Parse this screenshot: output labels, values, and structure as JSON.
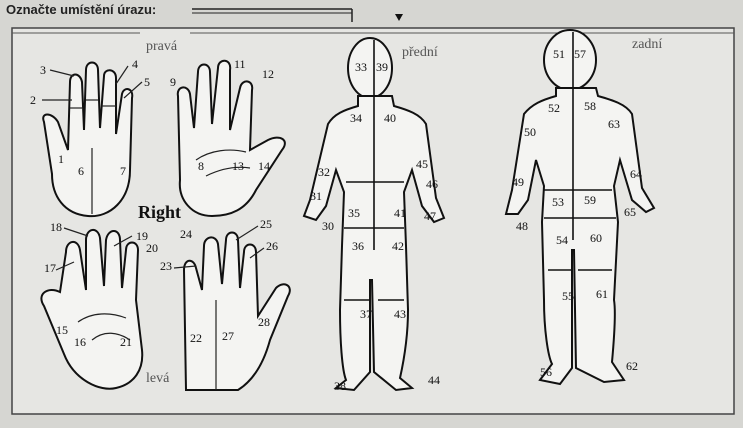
{
  "header": {
    "label": "Označte umístění úrazu:"
  },
  "section_labels": {
    "right_side": "pravá",
    "left_side": "levá",
    "front": "přední",
    "back": "zadní",
    "center": "Right"
  },
  "regions": {
    "r1": "1",
    "r2": "2",
    "r3": "3",
    "r4": "4",
    "r5": "5",
    "r6": "6",
    "r7": "7",
    "r8": "8",
    "r9": "9",
    "r11": "11",
    "r12": "12",
    "r13": "13",
    "r14": "14",
    "r15": "15",
    "r16": "16",
    "r17": "17",
    "r18": "18",
    "r19": "19",
    "r20": "20",
    "r21": "21",
    "r22": "22",
    "r23": "23",
    "r24": "24",
    "r25": "25",
    "r26": "26",
    "r27": "27",
    "r28": "28",
    "r30": "30",
    "r31": "31",
    "r32": "32",
    "r33": "33",
    "r34": "34",
    "r35": "35",
    "r36": "36",
    "r37": "37",
    "r38": "38",
    "r39": "39",
    "r40": "40",
    "r41": "41",
    "r42": "42",
    "r43": "43",
    "r44": "44",
    "r45": "45",
    "r46": "46",
    "r47": "47",
    "r48": "48",
    "r49": "49",
    "r50": "50",
    "r51": "51",
    "r52": "52",
    "r53": "53",
    "r54": "54",
    "r55": "55",
    "r56": "56",
    "r57": "57",
    "r58": "58",
    "r59": "59",
    "r60": "60",
    "r61": "61",
    "r62": "62",
    "r63": "63",
    "r64": "64",
    "r65": "65"
  }
}
